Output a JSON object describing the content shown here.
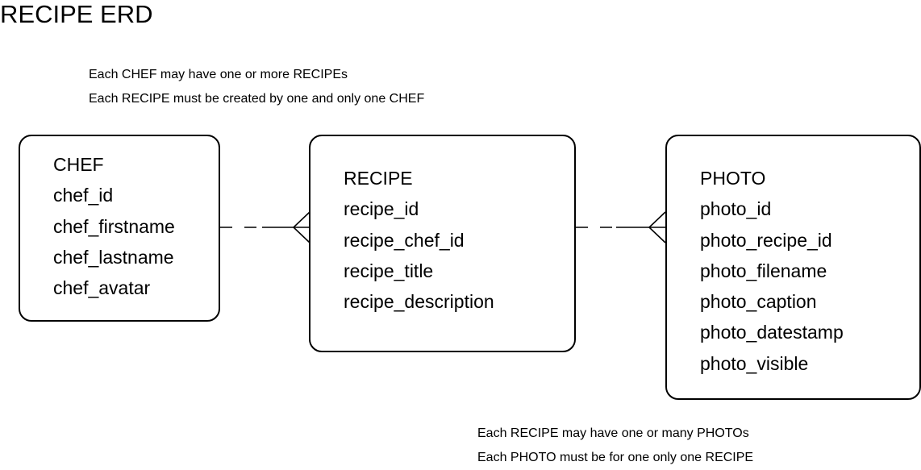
{
  "diagram": {
    "title": "RECIPE ERD",
    "notes": {
      "chef_recipe": [
        "Each CHEF may have one or more RECIPEs",
        "Each RECIPE must be created by one and only one CHEF"
      ],
      "recipe_photo": [
        "Each RECIPE may have one or many PHOTOs",
        "Each PHOTO must be for one only one RECIPE"
      ]
    },
    "entities": {
      "chef": {
        "name": "CHEF",
        "attributes": [
          "chef_id",
          "chef_firstname",
          "chef_lastname",
          "chef_avatar"
        ]
      },
      "recipe": {
        "name": "RECIPE",
        "attributes": [
          "recipe_id",
          "recipe_chef_id",
          "recipe_title",
          "recipe_description"
        ]
      },
      "photo": {
        "name": "PHOTO",
        "attributes": [
          "photo_id",
          "photo_recipe_id",
          "photo_filename",
          "photo_caption",
          "photo_datestamp",
          "photo_visible"
        ]
      }
    },
    "relationships": [
      {
        "from": "CHEF",
        "to": "RECIPE",
        "from_end": "one",
        "to_end": "many",
        "line_style": "dashed"
      },
      {
        "from": "RECIPE",
        "to": "PHOTO",
        "from_end": "one",
        "to_end": "many",
        "line_style": "dashed"
      }
    ]
  }
}
